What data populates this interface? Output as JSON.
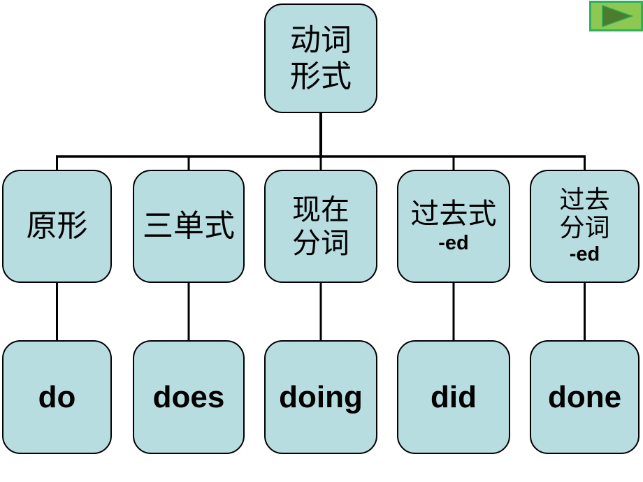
{
  "slide": {
    "background": "#ffffff",
    "colors": {
      "box_fill": "#b8dde1",
      "box_border": "#000000",
      "connector_line": "#000000",
      "button_fill": "#8dc853",
      "button_border": "#2eb05c",
      "button_arrow": "#4e7c2e"
    },
    "root": {
      "line1": "动词",
      "line2": "形式"
    },
    "columns": [
      {
        "form_line1": "原形",
        "example": "do"
      },
      {
        "form_line1": "三单式",
        "example": "does"
      },
      {
        "form_line1": "现在",
        "form_line2": "分词",
        "example": "doing"
      },
      {
        "form_line1": "过去式",
        "suffix": "-ed",
        "example": "did"
      },
      {
        "form_line1": "过去",
        "form_line2": "分词",
        "suffix": "-ed",
        "example": "done"
      }
    ],
    "nav": {
      "icon": "play-icon"
    }
  }
}
